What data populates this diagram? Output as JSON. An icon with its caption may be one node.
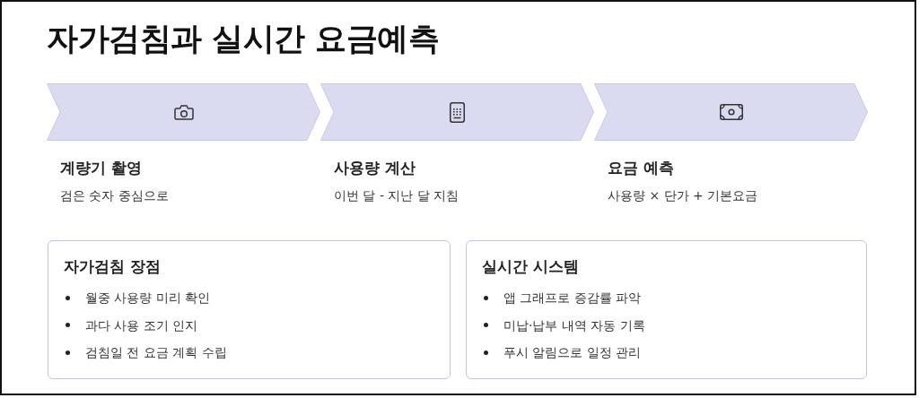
{
  "diagram": {
    "title": "자가검침과 실시간 요금예측",
    "nodes": [
      {
        "text": [
          "계량기 촬영",
          "검은 숫자 중심으로"
        ]
      },
      {
        "text": [
          "사용량 계산",
          "이번 달 - 지난 달 지침"
        ]
      },
      {
        "text": [
          "요금 예측",
          "사용량 × 단가 + 기본요금"
        ]
      },
      {
        "text": [
          "자가검침 장점",
          "월중 사용량 미리 확인",
          "과다 사용 조기 인지",
          "검침일 전 요금 계획 수립"
        ]
      },
      {
        "text": [
          "실시간 시스템",
          "앱 그래프로 증감률 파악",
          "미납·납부 내역 자동 기록",
          "푸시 알림으로 일정 관리"
        ]
      }
    ]
  }
}
